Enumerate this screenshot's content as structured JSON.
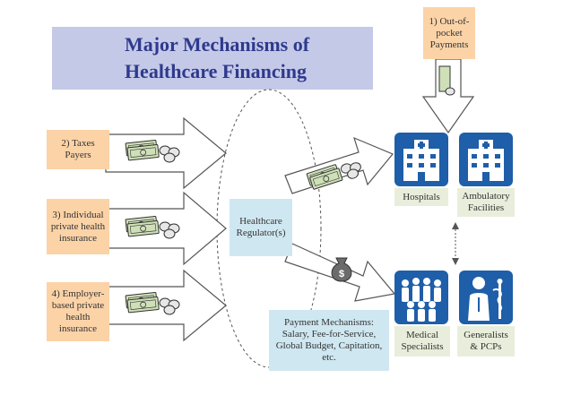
{
  "title": "Major Mechanisms of\nHealthcare Financing",
  "sources": {
    "out_of_pocket": "1) Out-of-pocket Payments",
    "taxes": "2) Taxes Payers",
    "individual_insurance": "3) Individual private health insurance",
    "employer_insurance": "4) Employer-based private health insurance"
  },
  "regulator": "Healthcare Regulator(s)",
  "payment_mechanisms": "Payment Mechanisms: Salary, Fee-for-Service, Global Budget, Capitation, etc.",
  "providers": {
    "hospitals": "Hospitals",
    "ambulatory": "Ambulatory Facilities",
    "medical_specialists": "Medical Specialists",
    "generalists": "Generalists & PCPs"
  },
  "colors": {
    "title_bg": "#c5c9e8",
    "title_text": "#2e3a8c",
    "source_bg": "#fbd3a7",
    "provider_bg": "#e8eedb",
    "regulator_bg": "#cfe7f1",
    "icon_blue": "#1f5ea8",
    "money_green": "#7a9b5a"
  },
  "icons": [
    "money-icon",
    "hospital-icon",
    "people-icon",
    "doctor-icon",
    "money-bag-icon"
  ]
}
